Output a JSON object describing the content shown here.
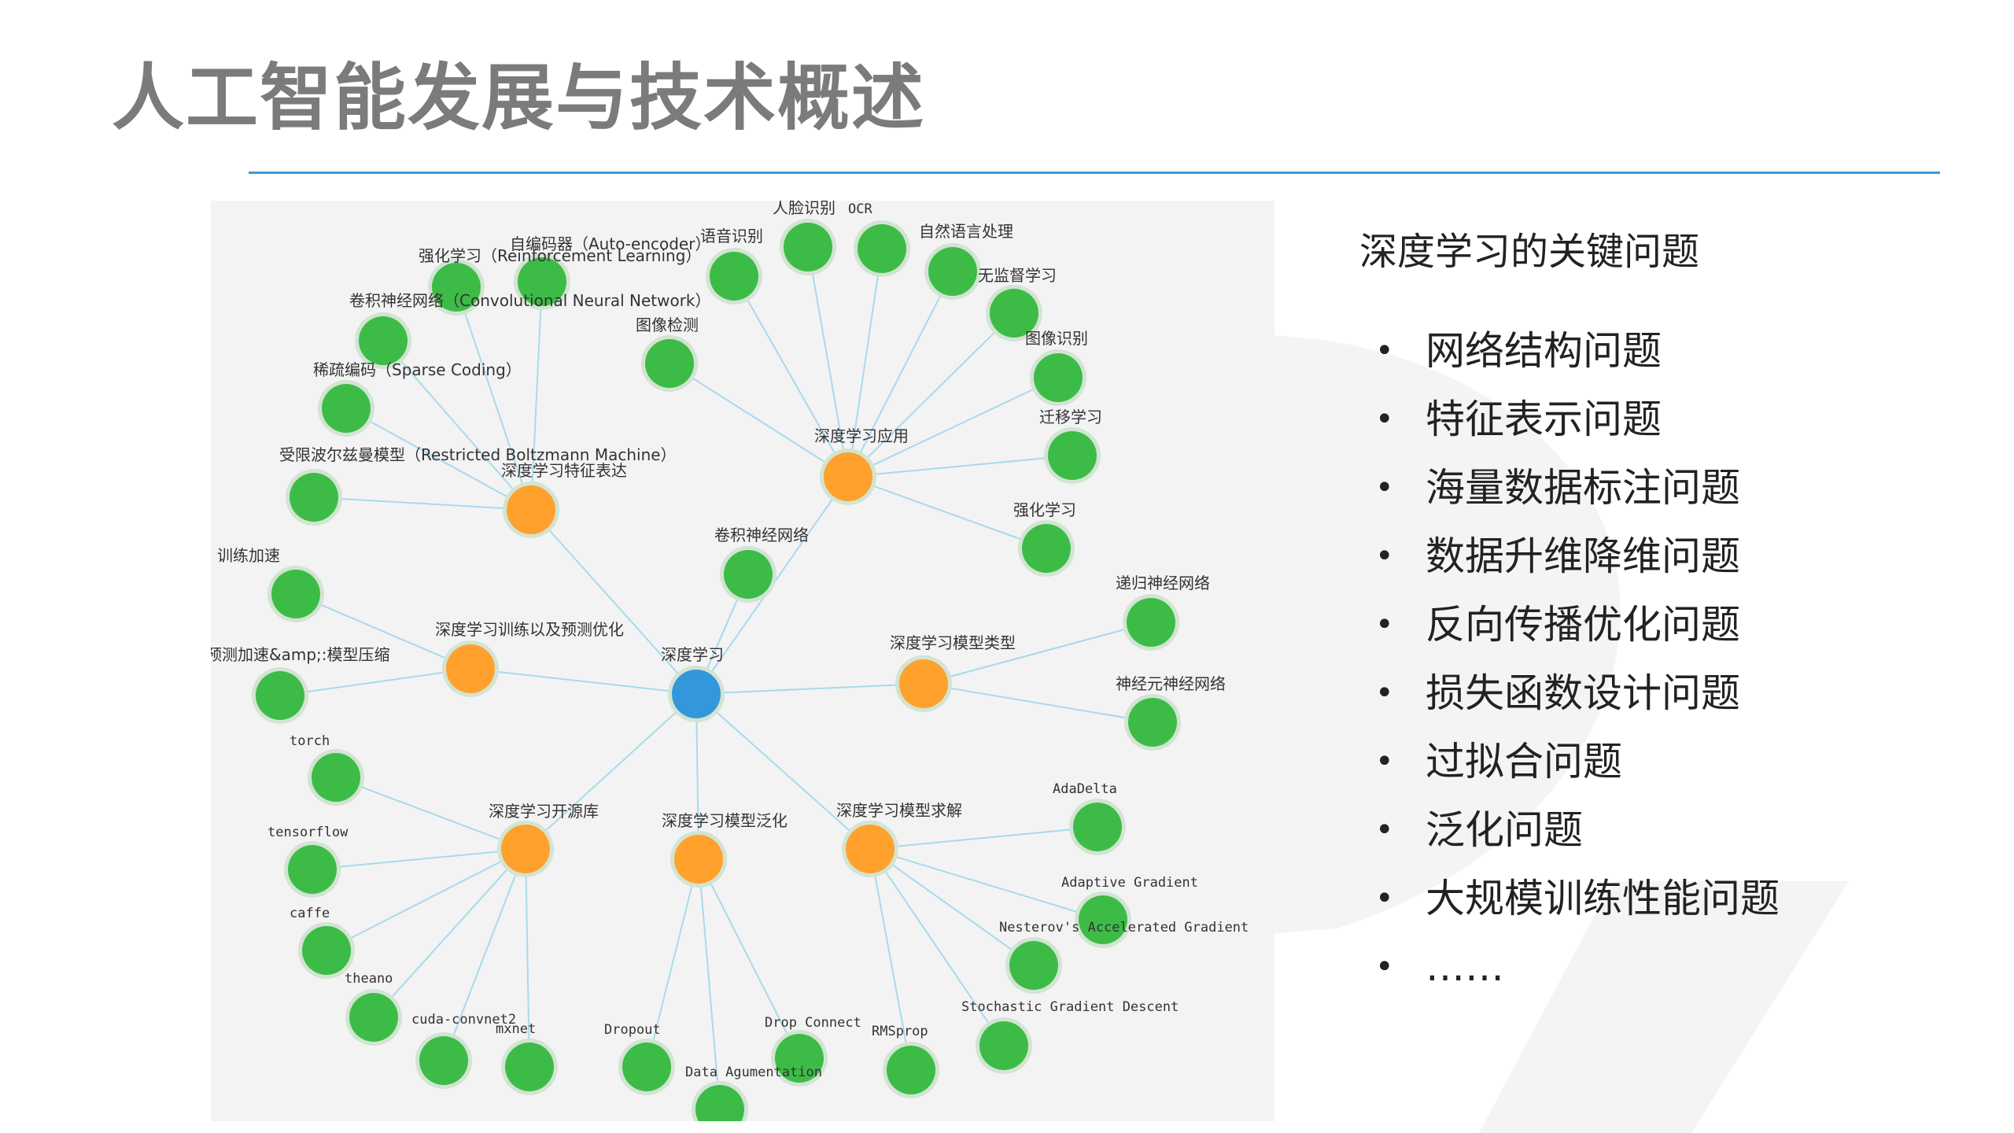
{
  "slide": {
    "title": "人工智能发展与技术概述"
  },
  "key_issues": {
    "heading": "深度学习的关键问题",
    "items": [
      "网络结构问题",
      "特征表示问题",
      "海量数据标注问题",
      "数据升维降维问题",
      "反向传播优化问题",
      "损失函数设计问题",
      "过拟合问题",
      "泛化问题",
      "大规模训练性能问题",
      "……"
    ]
  },
  "colors": {
    "root": "#3397dc",
    "category": "#ffa12c",
    "leaf": "#3cbc47",
    "edge": "#a8d9ee",
    "title": "#7b7b7b",
    "divider": "#3a9ad9"
  },
  "network": {
    "root": {
      "id": "root",
      "label": "深度学习"
    },
    "nodes": [
      {
        "id": "feat",
        "label": "深度学习特征表达",
        "type": "category",
        "parent": "root"
      },
      {
        "id": "app",
        "label": "深度学习应用",
        "type": "category",
        "parent": "root"
      },
      {
        "id": "train",
        "label": "深度学习训练以及预测优化",
        "type": "category",
        "parent": "root"
      },
      {
        "id": "types",
        "label": "深度学习模型类型",
        "type": "category",
        "parent": "root"
      },
      {
        "id": "oss",
        "label": "深度学习开源库",
        "type": "category",
        "parent": "root"
      },
      {
        "id": "gen",
        "label": "深度学习模型泛化",
        "type": "category",
        "parent": "root"
      },
      {
        "id": "solve",
        "label": "深度学习模型求解",
        "type": "category",
        "parent": "root"
      },
      {
        "id": "cnn_direct",
        "label": "卷积神经网络",
        "type": "leaf",
        "parent": "root"
      },
      {
        "id": "f_rl",
        "label": "强化学习（Reinforcement Learning）",
        "type": "leaf",
        "parent": "feat"
      },
      {
        "id": "f_ae",
        "label": "自编码器（Auto-encoder）",
        "type": "leaf",
        "parent": "feat"
      },
      {
        "id": "f_cnn",
        "label": "卷积神经网络（Convolutional Neural Network）",
        "type": "leaf",
        "parent": "feat"
      },
      {
        "id": "f_sc",
        "label": "稀疏编码（Sparse Coding）",
        "type": "leaf",
        "parent": "feat"
      },
      {
        "id": "f_rbm",
        "label": "受限波尔兹曼模型（Restricted Boltzmann Machine）",
        "type": "leaf",
        "parent": "feat"
      },
      {
        "id": "a_speech",
        "label": "语音识别",
        "type": "leaf",
        "parent": "app"
      },
      {
        "id": "a_face",
        "label": "人脸识别",
        "type": "leaf",
        "parent": "app"
      },
      {
        "id": "a_ocr",
        "label": "OCR",
        "type": "leaf",
        "parent": "app"
      },
      {
        "id": "a_nlp",
        "label": "自然语言处理",
        "type": "leaf",
        "parent": "app"
      },
      {
        "id": "a_unsup",
        "label": "无监督学习",
        "type": "leaf",
        "parent": "app"
      },
      {
        "id": "a_imgrec",
        "label": "图像识别",
        "type": "leaf",
        "parent": "app"
      },
      {
        "id": "a_transfer",
        "label": "迁移学习",
        "type": "leaf",
        "parent": "app"
      },
      {
        "id": "a_rl",
        "label": "强化学习",
        "type": "leaf",
        "parent": "app"
      },
      {
        "id": "a_det",
        "label": "图像检测",
        "type": "leaf",
        "parent": "app"
      },
      {
        "id": "t_speed",
        "label": "训练加速",
        "type": "leaf",
        "parent": "train"
      },
      {
        "id": "t_compress",
        "label": "预测加速&amp;:模型压缩",
        "type": "leaf",
        "parent": "train"
      },
      {
        "id": "y_rnn",
        "label": "递归神经网络",
        "type": "leaf",
        "parent": "types"
      },
      {
        "id": "y_neuron",
        "label": "神经元神经网络",
        "type": "leaf",
        "parent": "types"
      },
      {
        "id": "o_torch",
        "label": "torch",
        "type": "leaf",
        "parent": "oss"
      },
      {
        "id": "o_tf",
        "label": "tensorflow",
        "type": "leaf",
        "parent": "oss"
      },
      {
        "id": "o_caffe",
        "label": "caffe",
        "type": "leaf",
        "parent": "oss"
      },
      {
        "id": "o_theano",
        "label": "theano",
        "type": "leaf",
        "parent": "oss"
      },
      {
        "id": "o_cuda",
        "label": "cuda-convnet2",
        "type": "leaf",
        "parent": "oss"
      },
      {
        "id": "o_mxnet",
        "label": "mxnet",
        "type": "leaf",
        "parent": "oss"
      },
      {
        "id": "g_dropout",
        "label": "Dropout",
        "type": "leaf",
        "parent": "gen"
      },
      {
        "id": "g_aug",
        "label": "Data Agumentation",
        "type": "leaf",
        "parent": "gen"
      },
      {
        "id": "g_dc",
        "label": "Drop Connect",
        "type": "leaf",
        "parent": "gen"
      },
      {
        "id": "s_adadelta",
        "label": "AdaDelta",
        "type": "leaf",
        "parent": "solve"
      },
      {
        "id": "s_adagrad",
        "label": "Adaptive Gradient",
        "type": "leaf",
        "parent": "solve"
      },
      {
        "id": "s_nag",
        "label": "Nesterov's Accelerated Gradient",
        "type": "leaf",
        "parent": "solve"
      },
      {
        "id": "s_sgd",
        "label": "Stochastic Gradient Descent",
        "type": "leaf",
        "parent": "solve"
      },
      {
        "id": "s_rms",
        "label": "RMSprop",
        "type": "leaf",
        "parent": "solve"
      }
    ]
  }
}
